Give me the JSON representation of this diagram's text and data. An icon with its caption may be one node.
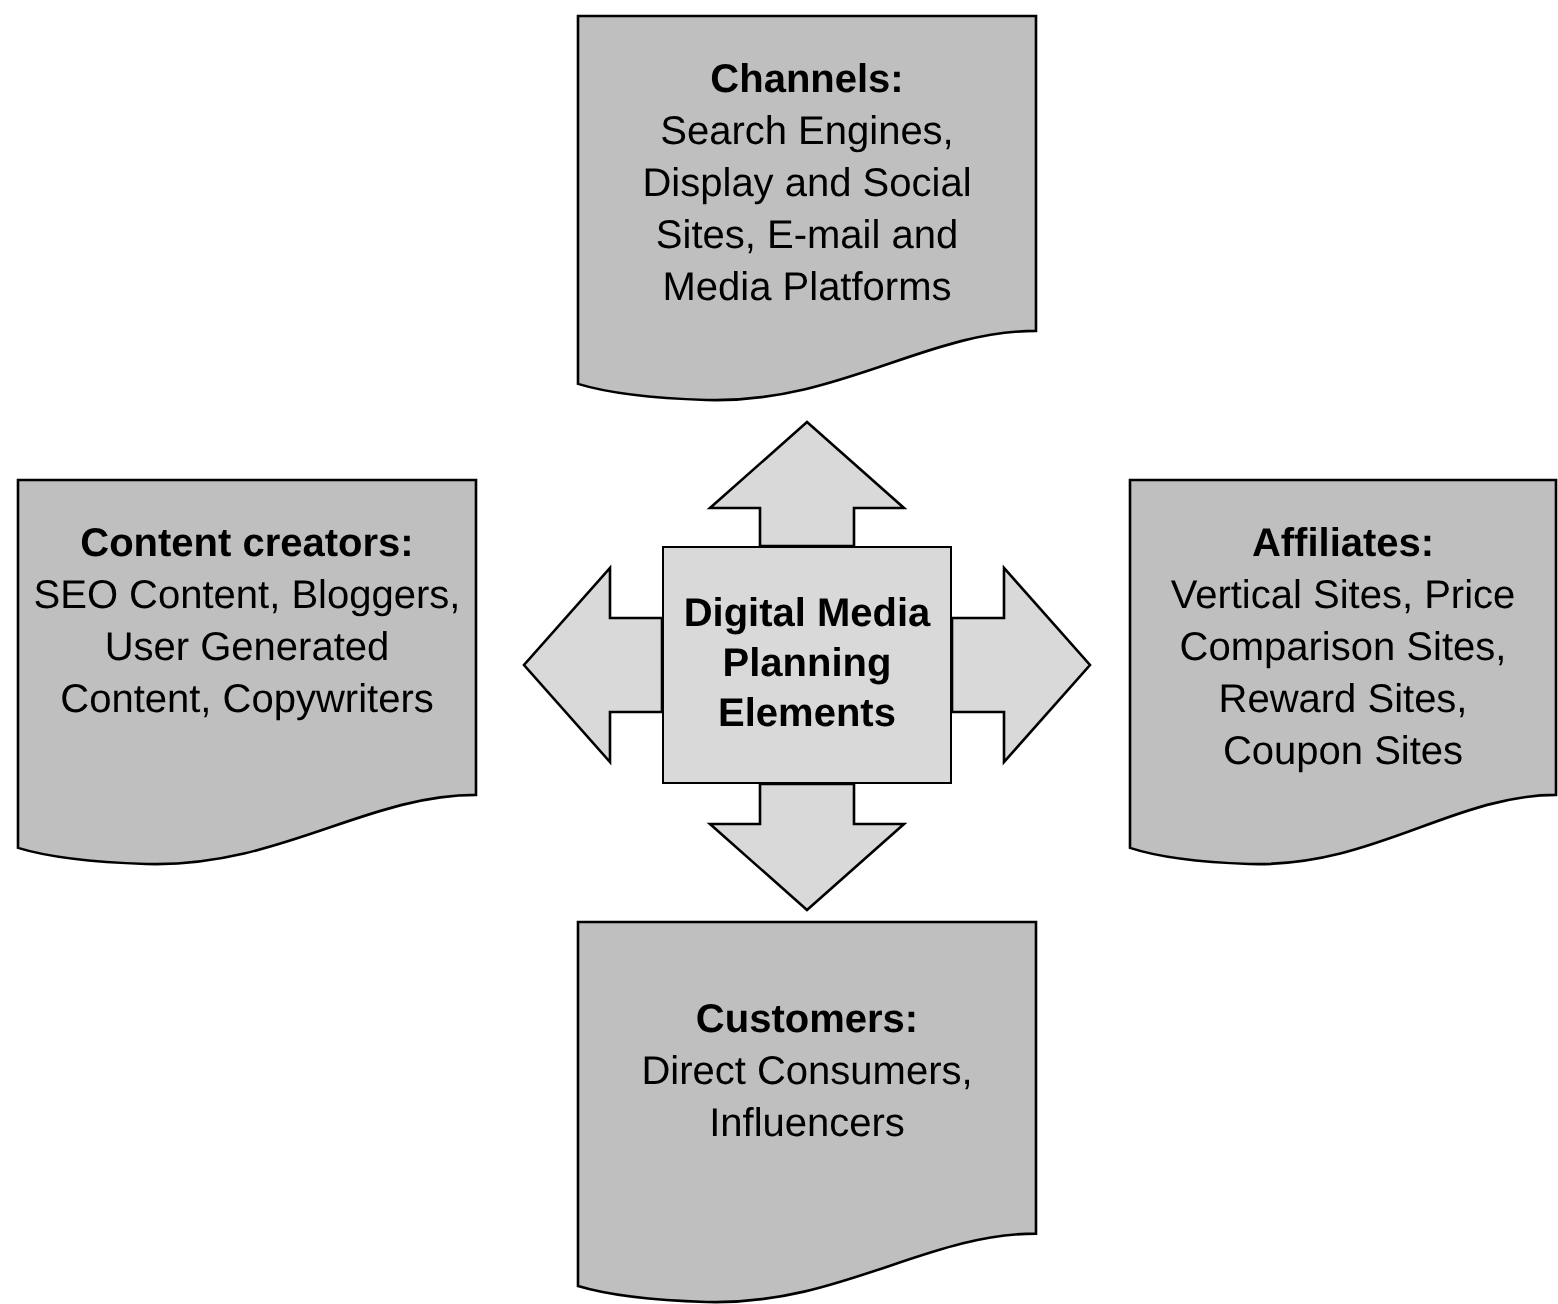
{
  "diagram": {
    "nodes": [
      {
        "text": [
          "Channels:",
          "Search Engines, Display and Social Sites, E-mail and Media Platforms"
        ]
      },
      {
        "text": [
          "Content creators:",
          "SEO Content, Bloggers, User Generated Content, Copywriters"
        ]
      },
      {
        "text": [
          "Digital Media Planning Elements"
        ]
      },
      {
        "text": [
          "Affiliates:",
          "Vertical Sites, Price Comparison Sites, Reward Sites, Coupon Sites"
        ]
      },
      {
        "text": [
          "Customers:",
          "Direct Consumers, Influencers"
        ]
      }
    ],
    "edges": [
      {
        "from": 2,
        "to": 0,
        "arrow": "to"
      },
      {
        "from": 2,
        "to": 1,
        "arrow": "to"
      },
      {
        "from": 2,
        "to": 3,
        "arrow": "to"
      },
      {
        "from": 2,
        "to": 4,
        "arrow": "to"
      }
    ]
  }
}
